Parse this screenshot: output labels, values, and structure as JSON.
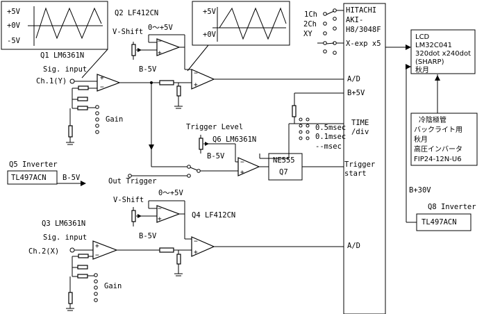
{
  "waveform_left": {
    "plus5": "+5V",
    "zero": "+0V",
    "minus5": "-5V"
  },
  "waveform_right": {
    "plus5": "+5V",
    "zero": "+0V"
  },
  "q1": {
    "title": "Q1 LM6361N",
    "sig_input": "Sig. input",
    "channel": "Ch.1(Y)",
    "gain": "Gain"
  },
  "q2": {
    "title": "Q2 LF412CN",
    "vshift": "V-Shift",
    "range": "0〜+5V",
    "bias": "B-5V"
  },
  "q3": {
    "title": "Q3 LM6361N",
    "sig_input": "Sig. input",
    "channel": "Ch.2(X)",
    "gain": "Gain"
  },
  "q4": {
    "vshift": "V-Shift",
    "range": "0〜+5V",
    "title": "Q4 LF412CN",
    "bias": "B-5V"
  },
  "q5": {
    "title": "Q5 Inverter",
    "chip": "TL497ACN",
    "out": "B-5V"
  },
  "q6": {
    "trigger_level": "Trigger Level",
    "title": "Q6 LM6361N",
    "bias": "B-5V"
  },
  "q7": {
    "chip": "NE555",
    "name": "Q7"
  },
  "q8": {
    "title": "Q8 Inverter",
    "chip": "TL497ACN"
  },
  "out_trigger": "Out Trigger",
  "mode_switch": {
    "ch1": "1Ch",
    "ch2": "2Ch",
    "xy": "XY"
  },
  "mcu": {
    "name_l1": "HITACHI",
    "name_l2": "AKI-",
    "name_l3": "H8/3048F",
    "xexp": "X-exp x5",
    "ad1": "A/D",
    "bplus": "B+5V",
    "time": "TIME",
    "div": "/div",
    "trigger": "Trigger",
    "start": "start",
    "ad2": "A/D"
  },
  "timebase": {
    "s1": "0.5msec",
    "s2": "0.1msec",
    "s3": "--msec"
  },
  "lcd": {
    "l1": "LCD",
    "l2": "LM32C041",
    "l3": "320dot x240dot",
    "l4": "(SHARP)",
    "l5": "秋月"
  },
  "backlight": {
    "l1": "冷陰極管",
    "l2": "バックライト用",
    "l3": "秋月",
    "l4": "高圧インバータ",
    "l5": "FIP24-12N-U6"
  },
  "b30": "B+30V"
}
